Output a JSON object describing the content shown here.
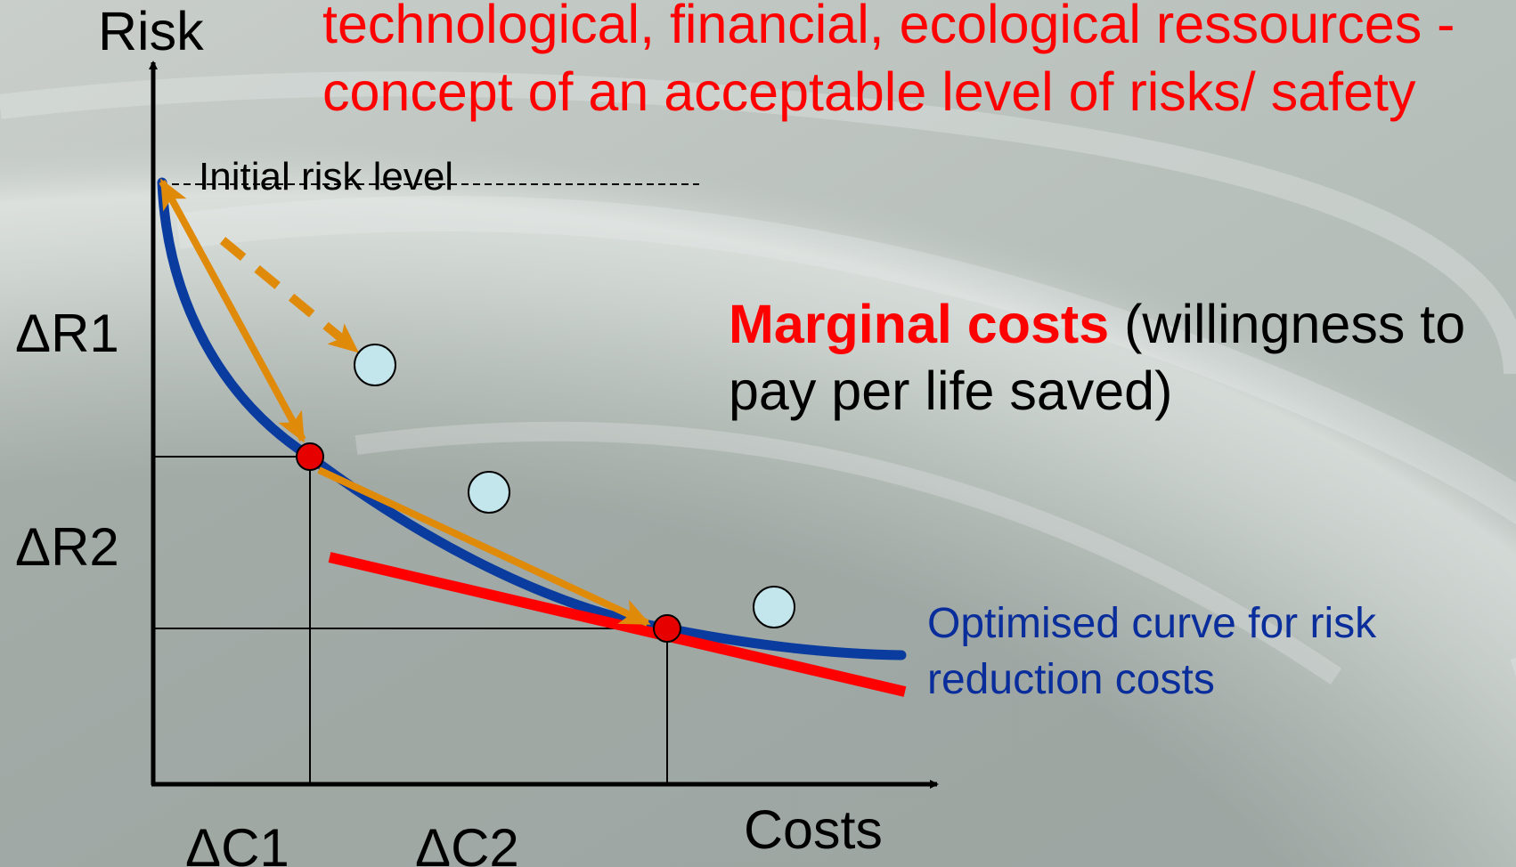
{
  "header": {
    "line1": "technological, financial, ecological ressources -",
    "line2": "concept of an acceptable level of risks/ safety"
  },
  "axes": {
    "y_label": "Risk",
    "x_label": "Costs"
  },
  "initial_risk_label": "Initial risk level",
  "deltas": {
    "r1": "ΔR1",
    "r2": "ΔR2",
    "c1": "ΔC1",
    "c2": "ΔC2"
  },
  "marginal": {
    "strong": "Marginal costs",
    "rest_line1": " (willingness to",
    "line2": "pay per life saved)"
  },
  "optimised": {
    "line1": "Optimised curve for risk",
    "line2": "reduction costs"
  },
  "colors": {
    "curve": "#0a3ca0",
    "tangent": "#ff0000",
    "arrows": "#e08a0a",
    "points": "#e60000",
    "options": "#c3e6ec",
    "header_text": "#ff0000",
    "optimised_text": "#0a2d9c"
  }
}
